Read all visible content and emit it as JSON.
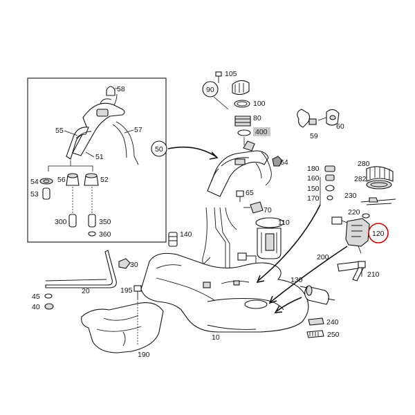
{
  "inset_labels": {
    "p58": "58",
    "p55": "55",
    "p57": "57",
    "p51": "51",
    "p54": "54",
    "p56": "56",
    "p52": "52",
    "p53": "53",
    "p300": "300",
    "p350": "350",
    "p360": "360"
  },
  "part_labels": {
    "p105": "105",
    "p100": "100",
    "p80": "80",
    "p400": "400",
    "p59": "59",
    "p60": "60",
    "p64": "64",
    "p65": "65",
    "p70": "70",
    "p110": "110",
    "p140": "140",
    "p180": "180",
    "p160": "160",
    "p150": "150",
    "p170": "170",
    "p280": "280",
    "p282": "282",
    "p230": "230",
    "p220": "220",
    "p200": "200",
    "p210": "210",
    "p130": "130",
    "p240": "240",
    "p250": "250",
    "p20": "20",
    "p30": "30",
    "p45": "45",
    "p40": "40",
    "p195": "195",
    "p190": "190",
    "p10": "10"
  },
  "callouts": {
    "c90": "90",
    "c50": "50",
    "c120": "120"
  },
  "colors": {
    "line": "#111111",
    "highlight_box": "#c8c8c8",
    "highlight_ring": "#d40000"
  }
}
